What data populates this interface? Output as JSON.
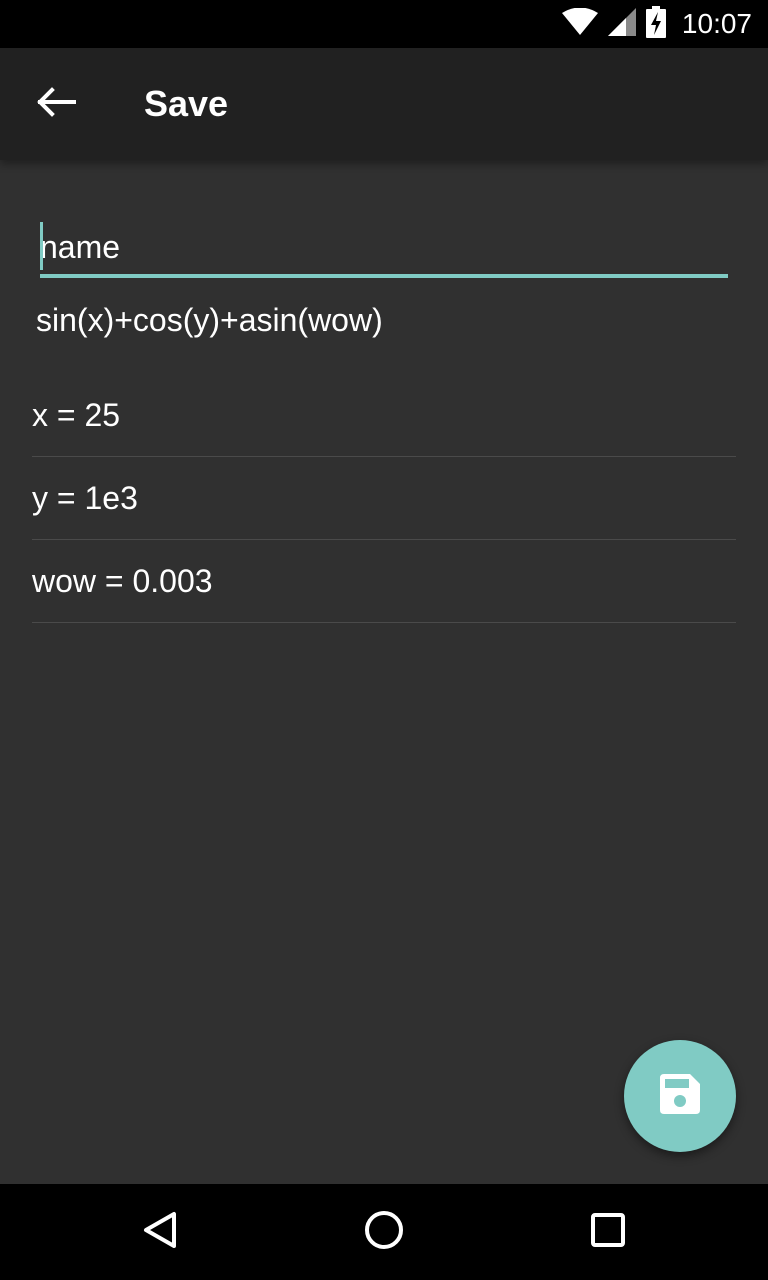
{
  "status_bar": {
    "time": "10:07",
    "icons": [
      "wifi-icon",
      "signal-icon",
      "battery-charging-icon"
    ]
  },
  "app_bar": {
    "title": "Save",
    "back_icon": "arrow-left-icon"
  },
  "form": {
    "name_placeholder": "name",
    "name_value": "",
    "expression": "sin(x)+cos(y)+asin(wow)"
  },
  "variables": [
    {
      "text": "x = 25"
    },
    {
      "text": "y = 1e3"
    },
    {
      "text": "wow = 0.003"
    }
  ],
  "fab": {
    "icon": "save-icon"
  },
  "nav_bar": {
    "icons": [
      "back-triangle-icon",
      "home-circle-icon",
      "recents-square-icon"
    ]
  },
  "colors": {
    "accent": "#80cbc4",
    "background": "#303030",
    "app_bar": "#212121",
    "system_bars": "#000000"
  }
}
